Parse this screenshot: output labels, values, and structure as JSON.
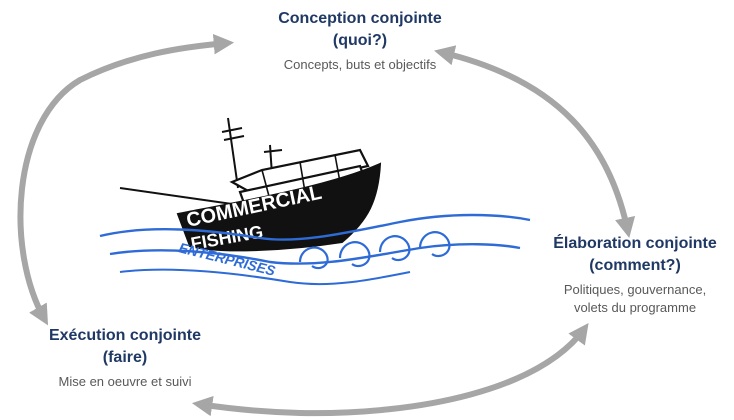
{
  "cycle": {
    "top": {
      "title_line1": "Conception conjointe",
      "title_line2": "(quoi?)",
      "desc": "Concepts, buts et objectifs"
    },
    "right": {
      "title_line1": "Élaboration conjointe",
      "title_line2": "(comment?)",
      "desc_line1": "Politiques, gouvernance,",
      "desc_line2": "volets du programme"
    },
    "left": {
      "title_line1": "Exécution conjointe",
      "title_line2": "(faire)",
      "desc": "Mise en oeuvre et suivi"
    }
  },
  "illustration": {
    "hull_text_1": "COMMERCIAL",
    "hull_text_2": "FISHING",
    "hull_text_3": "ENTERPRISES"
  },
  "colors": {
    "arrow": "#a6a6a6",
    "title": "#1f3864",
    "desc": "#595959",
    "ink": "#111111",
    "water": "#2e6bd6"
  }
}
